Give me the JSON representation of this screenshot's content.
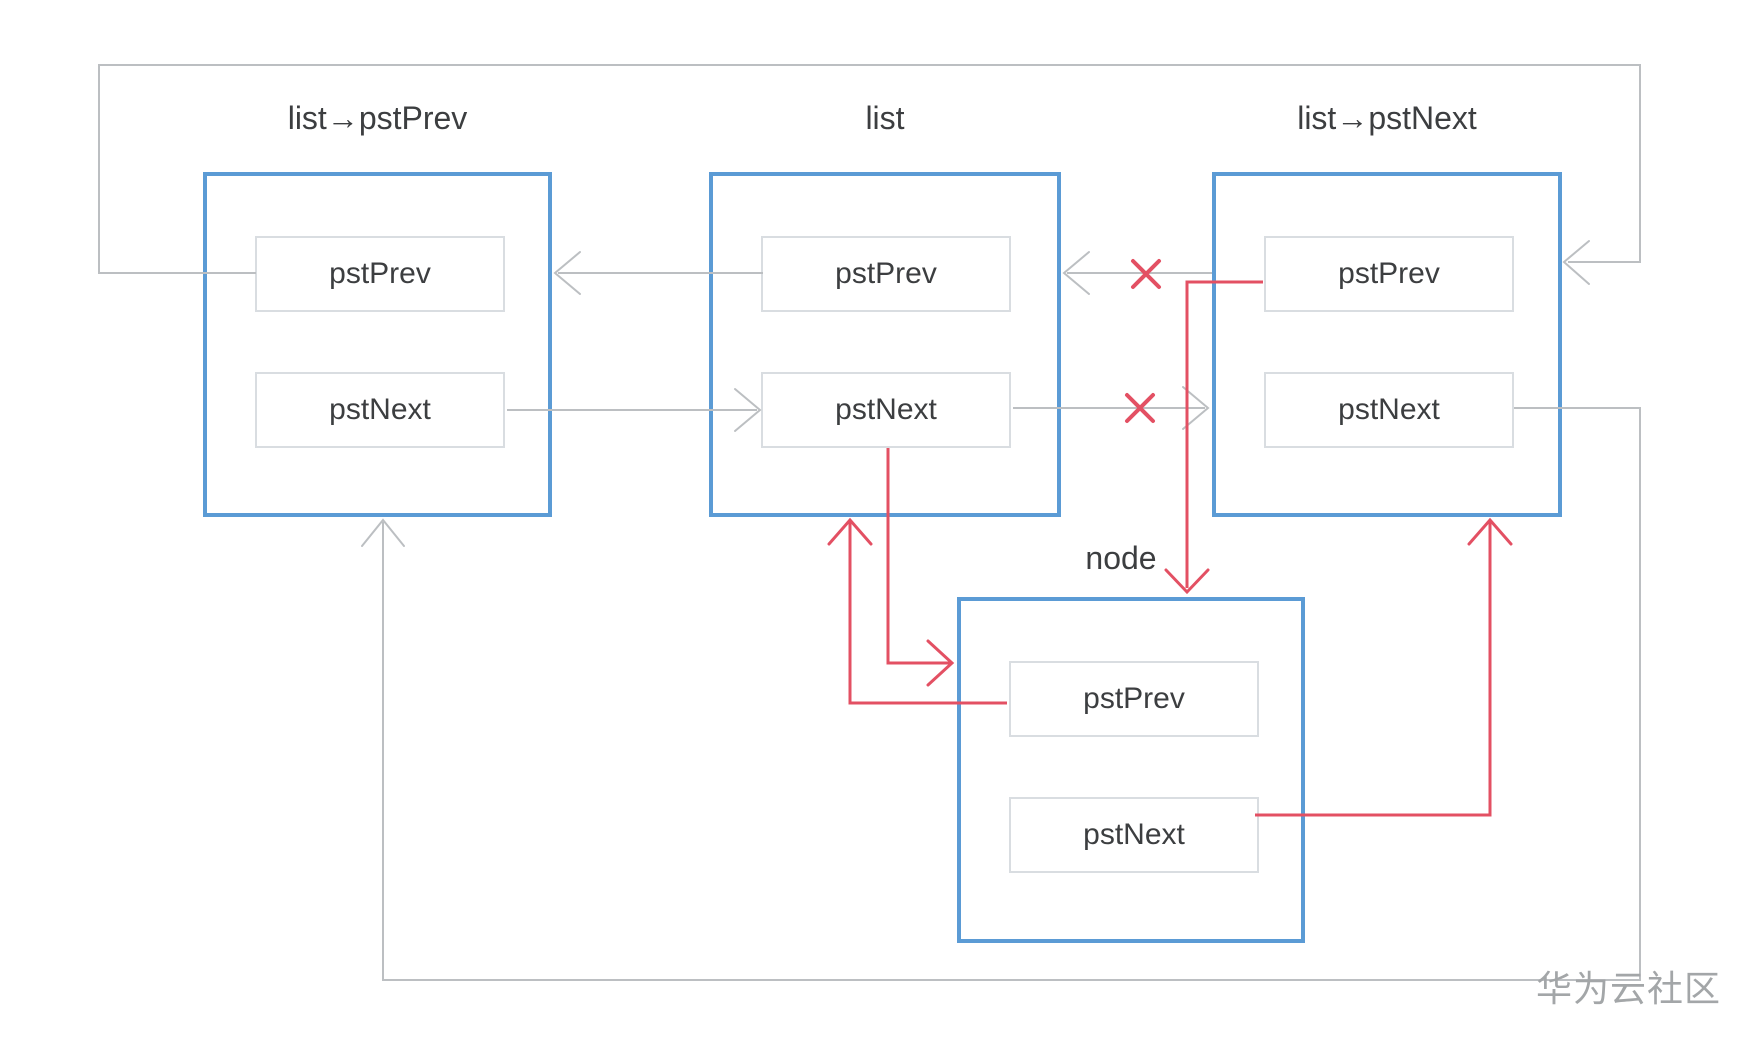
{
  "colors": {
    "blue": "#5b9bd5",
    "gray": "#bcbfc2",
    "red": "#e35063",
    "ink": "#3c3e40",
    "inner-border": "#d9dde1",
    "watermark": "#a3a6a8",
    "bg": "#ffffff"
  },
  "diagram": {
    "nodes": [
      {
        "title": "list→pstPrev",
        "fields": [
          "pstPrev",
          "pstNext"
        ]
      },
      {
        "title": "list",
        "fields": [
          "pstPrev",
          "pstNext"
        ]
      },
      {
        "title": "list→pstNext",
        "fields": [
          "pstPrev",
          "pstNext"
        ]
      },
      {
        "title": "node",
        "fields": [
          "pstPrev",
          "pstNext"
        ]
      }
    ],
    "watermark": "华为云社区"
  }
}
